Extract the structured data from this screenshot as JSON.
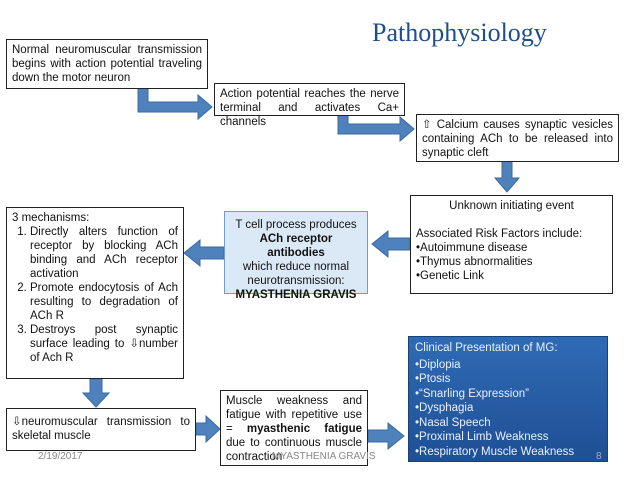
{
  "title": "Pathophysiology",
  "boxes": {
    "normal": "Normal neuromuscular transmission begins with action potential traveling down the motor neuron",
    "action": "Action potential reaches the nerve terminal and activates Ca+ channels",
    "calcium": "⇧ Calcium causes synaptic vesicles containing ACh to be released into synaptic cleft",
    "unknown_title": "Unknown initiating event",
    "risk_heading": "Associated Risk Factors include:",
    "risk_items": [
      "•Autoimmune disease",
      "•Thymus abnormalities",
      "•Genetic Link"
    ],
    "tcell_1": "T cell process produces",
    "tcell_bold": "ACh receptor antibodies",
    "tcell_2": "which reduce normal neurotransmission:",
    "tcell_mg": "MYASTHENIA GRAVIS",
    "mech_heading": "3 mechanisms:",
    "mech_items": [
      "Directly alters function of receptor by blocking ACh binding and ACh receptor activation",
      "Promote endocytosis of Ach resulting to degradation of ACh R",
      "Destroys post synaptic surface leading to ⇩number of Ach R"
    ],
    "neuro": "⇩neuromuscular transmission to skeletal muscle",
    "weak_1": "Muscle weakness and fatigue with repetitive use = ",
    "weak_bold": "myasthenic fatigue",
    "weak_2": " due to continuous muscle contraction",
    "clinical_title": "Clinical Presentation of MG:",
    "clinical_items": [
      "•Diplopia",
      "•Ptosis",
      "•“Snarling Expression”",
      "•Dysphagia",
      "•Nasal Speech",
      "•Proximal Limb Weakness",
      "•Respiratory Muscle Weakness"
    ]
  },
  "footer": {
    "date": "2/19/2017",
    "center": "MYASTHENIA GRAVIS",
    "page": "8"
  },
  "colors": {
    "arrow": "#4f81bd",
    "arrow_edge": "#3a6aa3",
    "title": "#1f4e8c"
  }
}
